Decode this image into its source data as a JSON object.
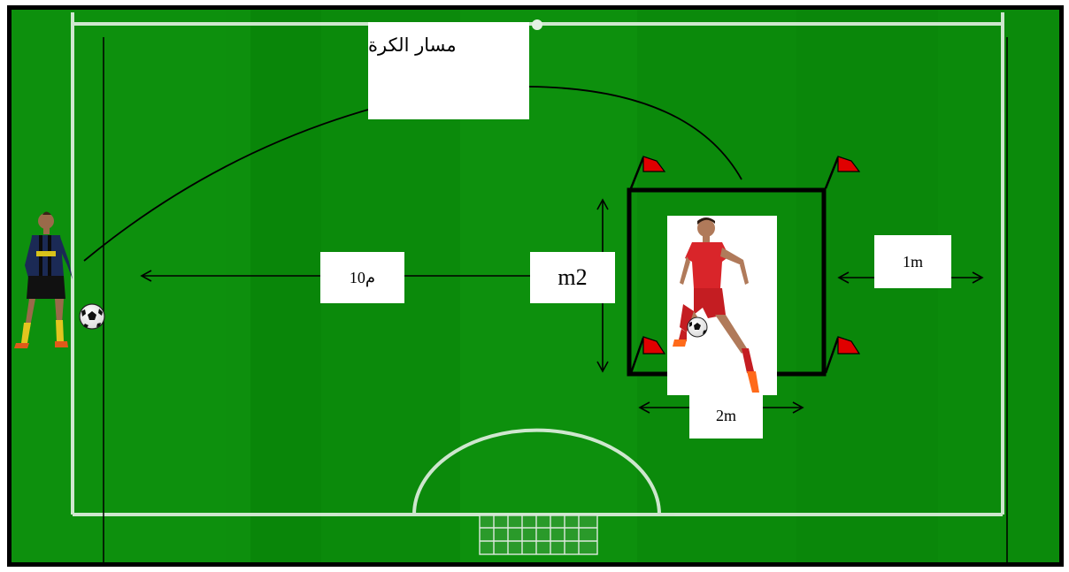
{
  "labels": {
    "ball_path": "مسار الكرة",
    "distance_10m": "10م",
    "square_height": "m2",
    "distance_1m": "1m",
    "square_width": "2m"
  },
  "colors": {
    "field_green": "#0b8a0b",
    "field_stripe": "#13a013",
    "line_white": "#e6f3e6",
    "flag_red": "#e00000",
    "frame_black": "#000000",
    "player_left_kit": "#1b2a55",
    "player_right_kit": "#d9252a"
  },
  "icons": [
    "cone-flag-icon",
    "soccer-ball-icon",
    "player-icon",
    "double-arrow-icon"
  ]
}
